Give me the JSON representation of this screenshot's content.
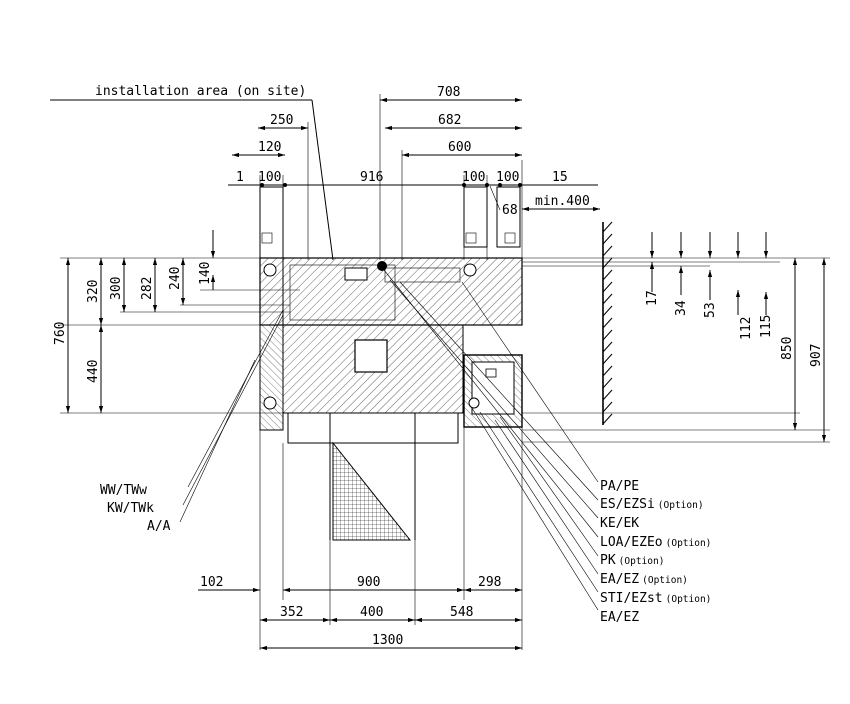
{
  "header": {
    "installation_area": "installation area (on site)"
  },
  "top_dims": {
    "d708": "708",
    "d682": "682",
    "d250": "250",
    "d600": "600",
    "d120": "120",
    "d1": "1",
    "d100a": "100",
    "d916": "916",
    "d100b": "100",
    "d100c": "100",
    "d15": "15",
    "d68": "68",
    "min400": "min.400"
  },
  "left_dims": {
    "d760": "760",
    "d320": "320",
    "d300": "300",
    "d282": "282",
    "d240": "240",
    "d140": "140",
    "d440": "440"
  },
  "right_dims": {
    "d17": "17",
    "d34": "34",
    "d53": "53",
    "d112": "112",
    "d115": "115",
    "d850": "850",
    "d907": "907"
  },
  "bottom_dims": {
    "d102": "102",
    "d900": "900",
    "d298": "298",
    "d352": "352",
    "d400": "400",
    "d548": "548",
    "d1300": "1300"
  },
  "left_labels": {
    "ww": "WW/TWw",
    "kw": "KW/TWk",
    "aa": "A/A"
  },
  "right_labels": [
    {
      "main": "PA/PE",
      "opt": ""
    },
    {
      "main": "ES/EZSi",
      "opt": "(Option)"
    },
    {
      "main": "KE/EK",
      "opt": ""
    },
    {
      "main": "LOA/EZEo",
      "opt": "(Option)"
    },
    {
      "main": "PK",
      "opt": "(Option)"
    },
    {
      "main": "EA/EZ",
      "opt": "(Option)"
    },
    {
      "main": "STI/EZst",
      "opt": "(Option)"
    },
    {
      "main": "EA/EZ",
      "opt": ""
    }
  ]
}
